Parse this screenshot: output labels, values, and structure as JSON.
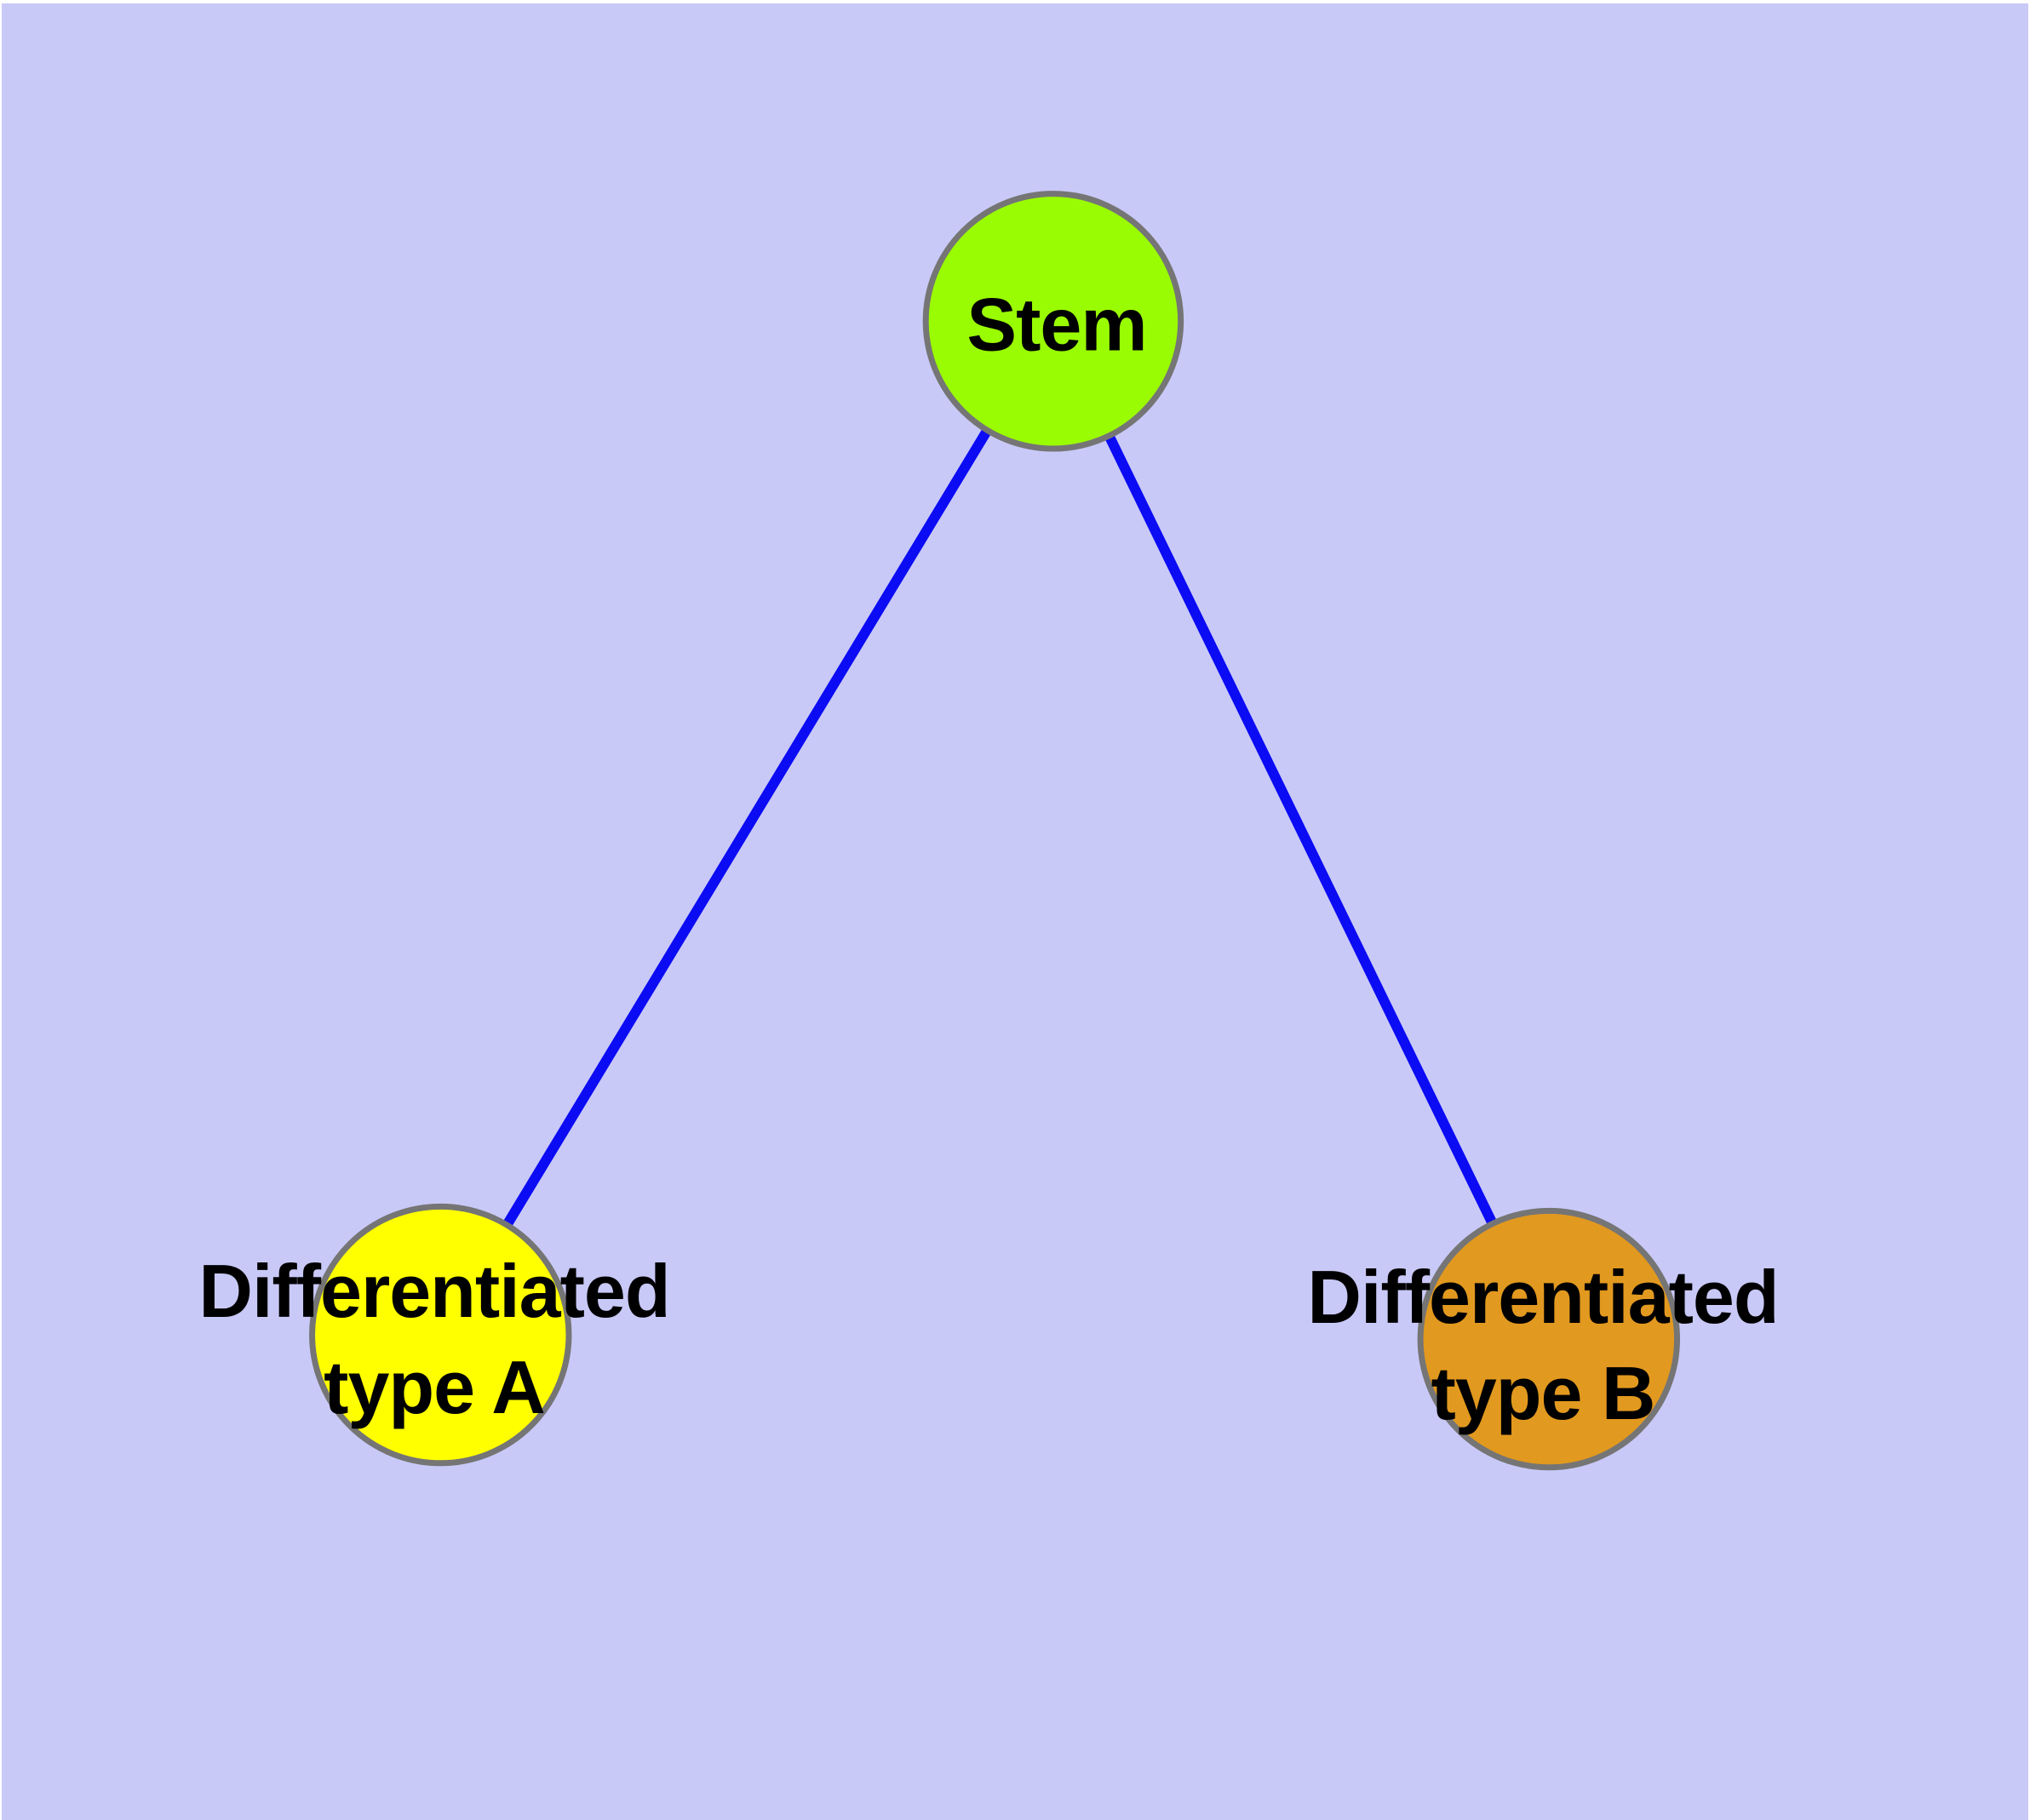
{
  "page": {
    "background_color": "#ffffff"
  },
  "diagram": {
    "type": "graph",
    "background_color": "#c9c9f8",
    "edge_color": "#0b0bf4",
    "node_border_color": "#757575",
    "label_color": "#000000",
    "nodes": [
      {
        "id": "stem",
        "label": "Stem",
        "fill": "#9afc03"
      },
      {
        "id": "differentiated-type-a",
        "label": "Differentiated type A",
        "label_lines": [
          "Differentiated",
          "type A"
        ],
        "fill": "#ffff00"
      },
      {
        "id": "differentiated-type-b",
        "label": "Differentiated type B",
        "label_lines": [
          "Differentiated",
          "type B"
        ],
        "fill": "#e2991f"
      }
    ],
    "edges": [
      {
        "from": "stem",
        "to": "differentiated-type-a"
      },
      {
        "from": "stem",
        "to": "differentiated-type-b"
      }
    ]
  }
}
